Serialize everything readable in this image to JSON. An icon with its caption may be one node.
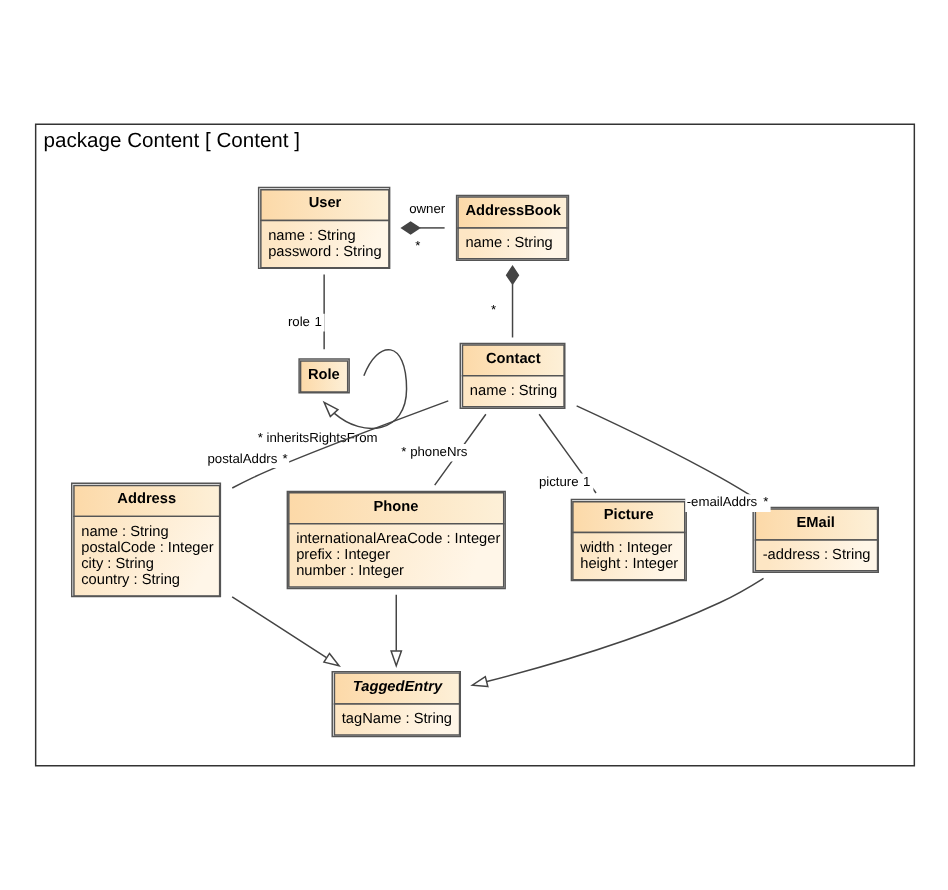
{
  "diagram": {
    "nodes": [
      {
        "text": [
          "package Content [ Content ]"
        ]
      },
      {
        "text": [
          "User",
          "name : String",
          "password : String"
        ],
        "in": 0
      },
      {
        "text": [
          "AddressBook",
          "name : String"
        ],
        "in": 0
      },
      {
        "text": [
          "Role"
        ],
        "in": 0
      },
      {
        "text": [
          "Contact",
          "name : String"
        ],
        "in": 0
      },
      {
        "text": [
          "TaggedEntry",
          "tagName : String"
        ],
        "in": 0
      },
      {
        "text": [
          "Address",
          "name : String",
          "postalCode : Integer",
          "city : String",
          "country : String"
        ],
        "in": 0
      },
      {
        "text": [
          "Phone",
          "internationalAreaCode : Integer",
          "prefix : Integer",
          "number : Integer"
        ],
        "in": 0
      },
      {
        "text": [
          "Picture",
          "width : Integer",
          "height : Integer"
        ],
        "in": 0
      },
      {
        "text": [
          "EMail",
          "-address : String"
        ],
        "in": 0
      }
    ],
    "edges": [
      {
        "from": 1,
        "to": 2,
        "arrow": "other"
      },
      {
        "from": 2,
        "to": 4,
        "arrow": "other"
      },
      {
        "from": 1,
        "to": 3,
        "arrow": "none"
      },
      {
        "from": 3,
        "to": 3,
        "arrow": "to"
      },
      {
        "from": 4,
        "to": 6,
        "arrow": "none"
      },
      {
        "from": 4,
        "to": 7,
        "arrow": "none"
      },
      {
        "from": 4,
        "to": 8,
        "arrow": "none"
      },
      {
        "from": 4,
        "to": 9,
        "arrow": "none"
      },
      {
        "from": 6,
        "to": 5,
        "arrow": "to"
      },
      {
        "from": 7,
        "to": 5,
        "arrow": "to"
      },
      {
        "from": 9,
        "to": 5,
        "arrow": "to"
      }
    ],
    "labels": [
      "owner",
      "*",
      "role",
      "1",
      "*",
      "*",
      "inheritsRightsFrom",
      "postalAddrs",
      "*",
      "*",
      "phoneNrs",
      "picture",
      "1",
      "-emailAddrs",
      "*"
    ]
  }
}
